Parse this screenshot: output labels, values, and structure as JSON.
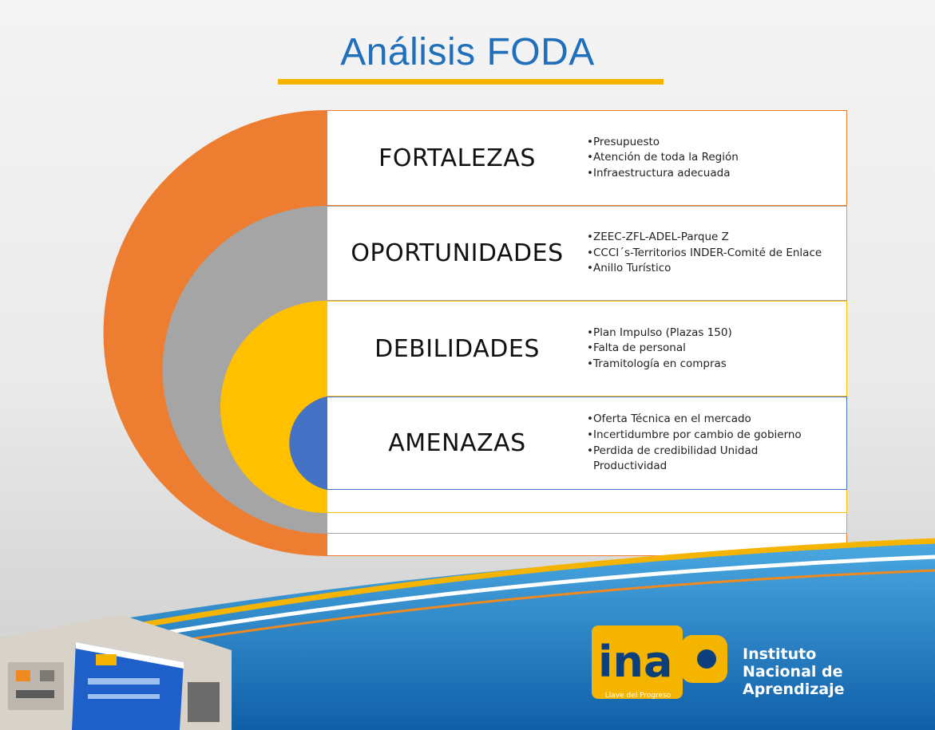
{
  "title": "Análisis FODA",
  "foda": [
    {
      "label": "FORTALEZAS",
      "items": [
        "Presupuesto",
        "Atención de toda la Región",
        "Infraestructura adecuada"
      ]
    },
    {
      "label": "OPORTUNIDADES",
      "items": [
        "ZEEC-ZFL-ADEL-Parque Z",
        "CCCI´s-Territorios INDER-Comité de Enlace",
        "Anillo Turístico"
      ]
    },
    {
      "label": "DEBILIDADES",
      "items": [
        "Plan Impulso (Plazas 150)",
        "Falta de personal",
        "Tramitología en compras"
      ]
    },
    {
      "label": "AMENAZAS",
      "items": [
        "Oferta Técnica en el mercado",
        "Incertidumbre por cambio de gobierno",
        "Perdida de credibilidad Unidad Productividad"
      ]
    }
  ],
  "colors": {
    "fortalezas": "#ed7d31",
    "oportunidades": "#a5a5a5",
    "debilidades": "#ffc000",
    "amenazas": "#4472c4",
    "title": "#1f6fba"
  },
  "footer": {
    "logo_mark": "ina",
    "tagline": "Llave del Progreso",
    "institution_lines": [
      "Instituto",
      "Nacional de",
      "Aprendizaje"
    ]
  }
}
